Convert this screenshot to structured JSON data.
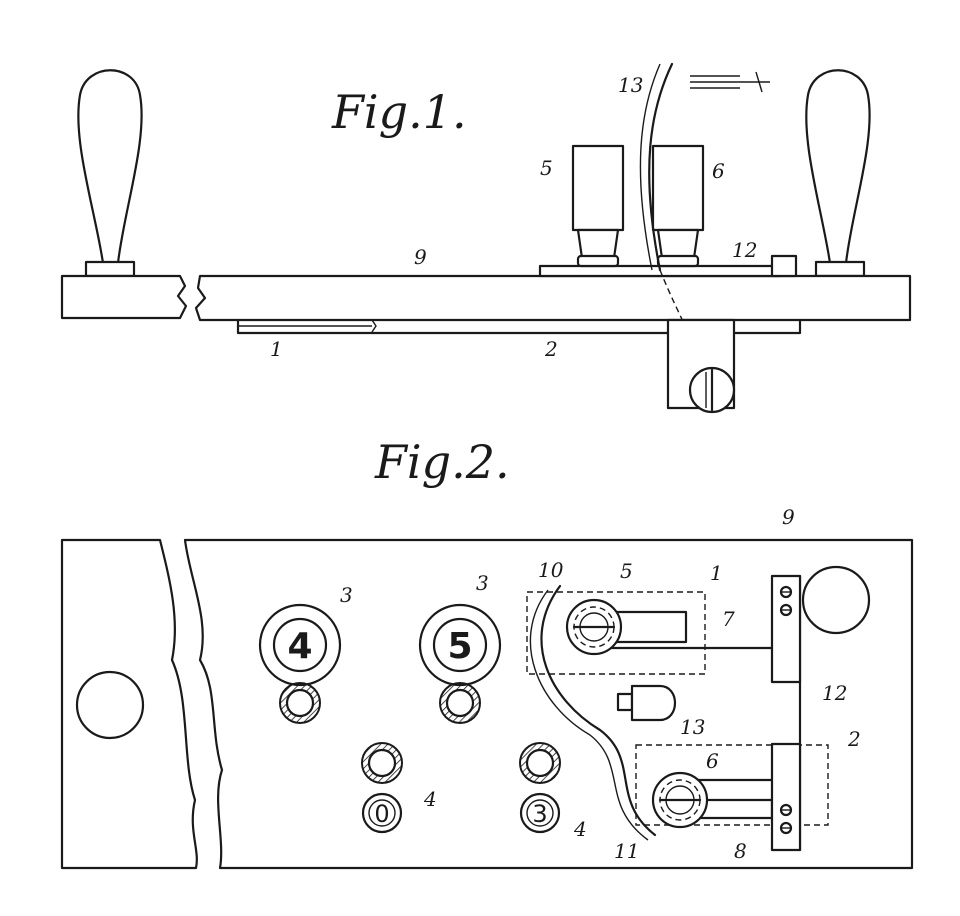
{
  "figures": [
    {
      "title": "Fig.1."
    },
    {
      "title": "Fig.2."
    }
  ],
  "fig1_labels": {
    "l1": "1",
    "l2": "2",
    "l5": "5",
    "l6": "6",
    "l9": "9",
    "l12": "12",
    "l13": "13"
  },
  "fig2_labels": {
    "l1": "1",
    "l2": "2",
    "l3a": "3",
    "l3b": "3",
    "l4a": "4",
    "l4b": "4",
    "l5": "5",
    "l6": "6",
    "l7": "7",
    "l8": "8",
    "l9": "9",
    "l10": "10",
    "l11": "11",
    "l12": "12",
    "l13": "13"
  },
  "keys": {
    "big_a": "4",
    "big_b": "5",
    "small_a": "0",
    "small_b": "3"
  }
}
